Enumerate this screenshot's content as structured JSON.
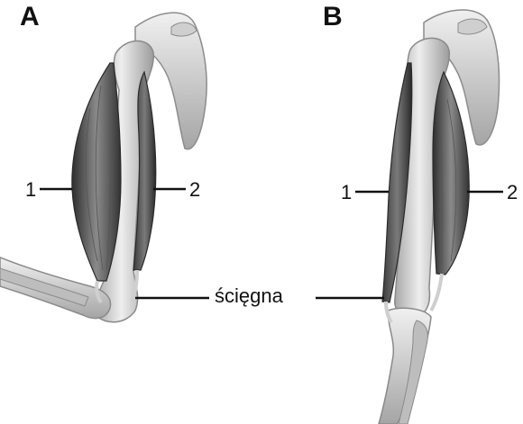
{
  "panels": [
    {
      "label": "A",
      "callout_left": "1",
      "callout_right": "2"
    },
    {
      "label": "B",
      "callout_left": "1",
      "callout_right": "2"
    }
  ],
  "tendon_label": "ścięgna",
  "colors": {
    "bone_light": "#e6e6e6",
    "bone_shade": "#9a9a9a",
    "muscle_dark": "#3c3c3c",
    "muscle_mid": "#6a6a6a",
    "line": "#111111"
  }
}
